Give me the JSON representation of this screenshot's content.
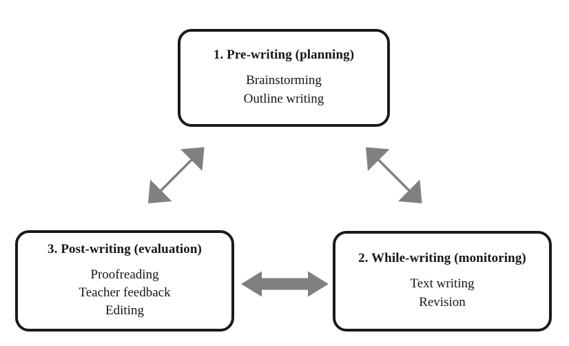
{
  "diagram": {
    "type": "cycle-flowchart",
    "background_color": "#ffffff",
    "box_border_color": "#1a1a1a",
    "arrow_color": "#808080",
    "text_color": "#15151f",
    "nodes": [
      {
        "id": "pre-writing",
        "title": "1. Pre-writing (planning)",
        "lines": [
          "Brainstorming",
          "Outline writing"
        ]
      },
      {
        "id": "while-writing",
        "title": "2. While-writing (monitoring)",
        "lines": [
          "Text writing",
          "Revision"
        ]
      },
      {
        "id": "post-writing",
        "title": "3. Post-writing (evaluation)",
        "lines": [
          "Proofreading",
          "Teacher feedback",
          "Editing"
        ]
      }
    ],
    "connectors": [
      {
        "id": "prewriting-postwriting",
        "name": "double-arrow-diagonal-left",
        "from": "pre-writing",
        "to": "post-writing",
        "direction": "bidirectional"
      },
      {
        "id": "prewriting-whilewriting",
        "name": "double-arrow-diagonal-right",
        "from": "pre-writing",
        "to": "while-writing",
        "direction": "bidirectional"
      },
      {
        "id": "postwriting-whilewriting",
        "name": "double-arrow-horizontal",
        "from": "post-writing",
        "to": "while-writing",
        "direction": "bidirectional"
      }
    ]
  }
}
